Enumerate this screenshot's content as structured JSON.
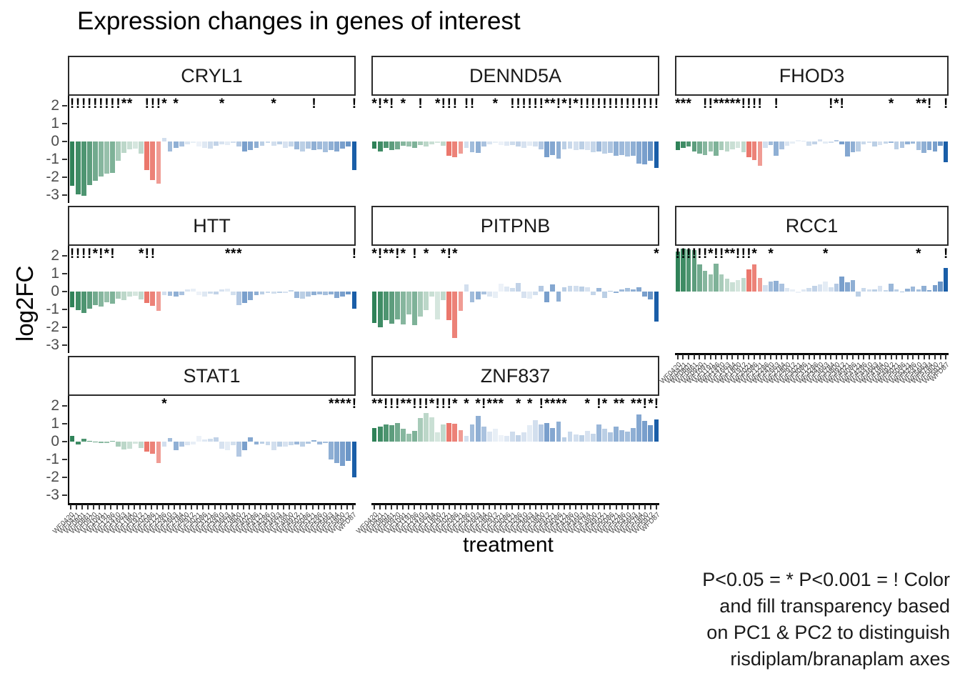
{
  "title": "Expression changes in genes of interest",
  "ylabel": "log2FC",
  "xlabel": "treatment",
  "caption": {
    "lines": [
      "P<0.05 = * P<0.001 = ! Color",
      "and fill transparency based",
      "on PC1 & PC2 to distinguish",
      "risdiplam/branaplam axes"
    ]
  },
  "colors": {
    "green": "#2F8258",
    "salmon": "#E75F52",
    "blue": "#1F5FAA",
    "dark_blue": "#1A5EA8",
    "axis_text": "#4d4d4d",
    "strip_border": "#2b2b2b"
  },
  "chart_data": {
    "type": "bar",
    "title": "Expression changes in genes of interest",
    "xlabel": "treatment",
    "ylabel": "log2FC",
    "y_ticks": [
      2,
      1,
      0,
      -1,
      -2,
      -3
    ],
    "ylim": [
      -3.45,
      2.55
    ],
    "grid": false,
    "legend": "none",
    "significance_legend": {
      "*": "P<0.05",
      "!": "P<0.001"
    },
    "color_groups": "gggggggggggggsssbbbbbbbbbbbbbbbbbbbbbbbbbbbbbbbbbd",
    "bar_alphas": [
      1,
      0.92,
      0.85,
      0.78,
      0.68,
      0.58,
      0.5,
      0.62,
      0.42,
      0.32,
      0.26,
      0.2,
      0.3,
      0.85,
      0.78,
      0.62,
      0.2,
      0.42,
      0.5,
      0.38,
      0.16,
      0.1,
      0.08,
      0.14,
      0.22,
      0.28,
      0.18,
      0.12,
      0.2,
      0.34,
      0.6,
      0.55,
      0.5,
      0.3,
      0.24,
      0.2,
      0.3,
      0.18,
      0.26,
      0.45,
      0.3,
      0.36,
      0.5,
      0.44,
      0.4,
      0.5,
      0.55,
      0.6,
      0.66,
      1
    ],
    "x_tick_labels": [
      "WF0420",
      "WF0421",
      "WF0801",
      "WF0861",
      "WF0920",
      "WF1091",
      "WF1191",
      "WF1286",
      "WF1410",
      "WF1663",
      "WF1784",
      "WF1800",
      "WF1912",
      "WF2021",
      "WF2086",
      "WF2121",
      "WF2286",
      "WF2410",
      "WF2663",
      "WF2784",
      "WF2800",
      "WF2912",
      "WF3021",
      "WF3086",
      "WF3121",
      "WF3286",
      "WF3410",
      "WF3663",
      "WF3784",
      "WF3800",
      "WF3912",
      "WF4021",
      "WF4086",
      "WF4121",
      "WF4286",
      "WF4410",
      "WF4663",
      "WF4784",
      "WF4800",
      "WF4912",
      "WF5021",
      "WF5086",
      "WF5121",
      "WF5286",
      "WF5410",
      "WF5663",
      "WF5784",
      "WF5800",
      "WF5912",
      "WFD87"
    ],
    "facets": [
      {
        "name": "CRYL1",
        "values": [
          -2.5,
          -2.95,
          -3.05,
          -2.45,
          -2.2,
          -1.95,
          -1.8,
          -1.75,
          -1.1,
          -0.65,
          -0.45,
          -0.4,
          -0.7,
          -1.6,
          -2.15,
          -2.35,
          0.18,
          -0.55,
          -0.35,
          -0.3,
          -0.15,
          -0.1,
          -0.3,
          -0.35,
          -0.4,
          -0.25,
          -0.15,
          -0.2,
          -0.1,
          -0.3,
          -0.55,
          -0.5,
          -0.35,
          -0.25,
          -0.1,
          -0.25,
          -0.15,
          -0.35,
          -0.3,
          -0.45,
          -0.55,
          -0.4,
          -0.5,
          -0.45,
          -0.6,
          -0.5,
          -0.55,
          -0.4,
          -0.3,
          -1.6
        ],
        "sig": "!!!!!!!!!**..!!!*.*.......*........*......!......!"
      },
      {
        "name": "DENND5A",
        "values": [
          -0.4,
          -0.55,
          -0.35,
          -0.5,
          -0.45,
          -0.25,
          -0.3,
          -0.35,
          -0.2,
          -0.3,
          -0.15,
          -0.1,
          -0.25,
          -0.8,
          -0.9,
          -0.7,
          -0.35,
          -0.6,
          -0.65,
          -0.3,
          -0.15,
          -0.1,
          -0.2,
          -0.25,
          -0.2,
          -0.3,
          -0.35,
          -0.25,
          -0.3,
          -0.45,
          -0.9,
          -0.75,
          -0.95,
          -0.45,
          -0.4,
          -0.5,
          -0.45,
          -0.5,
          -0.6,
          -0.55,
          -0.7,
          -0.65,
          -0.8,
          -0.75,
          -0.85,
          -0.8,
          -1.25,
          -1.3,
          -1.1,
          -1.5
        ],
        "sig": "*!*!.*..!..*!!!.!!...*..!!!!!!**!*!*!!!!!!!!!!!!!!"
      },
      {
        "name": "FHOD3",
        "values": [
          -0.5,
          -0.35,
          -0.3,
          -0.55,
          -0.7,
          -0.75,
          -0.55,
          -0.8,
          -0.5,
          -0.55,
          -0.45,
          -0.35,
          -0.6,
          -0.9,
          -1.05,
          -1.35,
          -0.35,
          -0.2,
          -0.8,
          -0.45,
          -0.25,
          -0.12,
          0.08,
          0.05,
          -0.25,
          -0.18,
          0.1,
          -0.12,
          -0.08,
          0.08,
          -0.15,
          -0.85,
          -0.6,
          -0.55,
          -0.15,
          -0.1,
          -0.3,
          -0.22,
          -0.12,
          -0.1,
          -0.45,
          -0.35,
          -0.15,
          -0.12,
          -0.5,
          -0.65,
          -0.5,
          -0.55,
          -0.25,
          -1.15
        ],
        "sig": "***..!!*****!!!!..!.........!*!........*....**!..!"
      },
      {
        "name": "HTT",
        "values": [
          -0.9,
          -1.05,
          -1.2,
          -0.95,
          -0.75,
          -0.85,
          -0.6,
          -0.7,
          -0.4,
          -0.5,
          -0.3,
          -0.25,
          -0.45,
          -0.65,
          -0.8,
          -1.1,
          -0.2,
          -0.25,
          -0.3,
          -0.2,
          0.1,
          0.15,
          -0.2,
          -0.28,
          -0.12,
          -0.18,
          0.12,
          0.15,
          -0.2,
          -0.75,
          -0.65,
          -0.5,
          -0.22,
          -0.15,
          -0.1,
          -0.12,
          -0.08,
          -0.1,
          0.08,
          -0.35,
          -0.4,
          -0.3,
          -0.2,
          -0.15,
          -0.22,
          -0.15,
          -0.35,
          -0.3,
          -0.15,
          -0.95
        ],
        "sig": "!!!!*!*!....*!!............***...................!"
      },
      {
        "name": "PITPNB",
        "values": [
          -1.75,
          -2.0,
          -1.6,
          -1.8,
          -1.55,
          -1.85,
          -1.3,
          -1.9,
          -1.4,
          -1.05,
          -0.3,
          -1.55,
          -0.5,
          -1.6,
          -2.6,
          -1.1,
          0.4,
          -0.6,
          -0.45,
          -0.18,
          -0.3,
          -0.38,
          0.42,
          0.28,
          0.18,
          0.48,
          -0.35,
          -0.42,
          -0.22,
          0.32,
          -0.6,
          0.38,
          -0.55,
          0.22,
          0.32,
          0.3,
          0.28,
          0.22,
          -0.22,
          0.18,
          -0.38,
          0.05,
          -0.08,
          0.12,
          0.18,
          0.1,
          0.22,
          -0.28,
          -0.45,
          -1.7
        ],
        "sig": "*!**!*.!.*..*!*..................................*"
      },
      {
        "name": "RCC1",
        "values": [
          2.25,
          2.4,
          2.35,
          2.3,
          1.5,
          1.15,
          0.95,
          1.55,
          0.95,
          0.7,
          0.5,
          0.65,
          0.75,
          1.25,
          1.5,
          0.75,
          0.35,
          0.55,
          0.6,
          0.45,
          0.2,
          0.12,
          -0.08,
          0.1,
          0.18,
          0.3,
          0.38,
          0.55,
          0.25,
          0.42,
          0.85,
          0.5,
          0.65,
          -0.3,
          0.2,
          0.1,
          0.12,
          0.3,
          0.08,
          0.45,
          0.12,
          -0.06,
          0.15,
          0.28,
          0.1,
          0.32,
          0.06,
          0.35,
          0.55,
          1.3
        ],
        "sig": "!!!!!!*!!**!!!*..*.........*................*....!"
      },
      {
        "name": "STAT1",
        "values": [
          0.3,
          -0.18,
          0.15,
          0.05,
          -0.06,
          -0.08,
          -0.1,
          0.05,
          -0.3,
          -0.45,
          -0.4,
          -0.12,
          -0.35,
          -0.55,
          -0.7,
          -1.2,
          -0.3,
          0.18,
          -0.5,
          -0.28,
          -0.2,
          -0.15,
          0.3,
          0.12,
          0.15,
          0.22,
          -0.4,
          -0.48,
          -0.22,
          -0.85,
          -0.5,
          0.22,
          -0.18,
          -0.12,
          -0.22,
          -0.5,
          -0.3,
          -0.28,
          -0.2,
          -0.15,
          -0.3,
          -0.12,
          0.06,
          -0.15,
          -0.08,
          -1.0,
          -1.2,
          -1.35,
          -1.1,
          -2.0
        ],
        "sig": "................*............................****!"
      },
      {
        "name": "ZNF837",
        "values": [
          0.75,
          0.85,
          0.95,
          0.9,
          1.05,
          0.7,
          0.45,
          0.6,
          1.3,
          1.6,
          1.35,
          0.5,
          0.95,
          1.05,
          1.0,
          0.65,
          0.3,
          0.95,
          1.45,
          0.85,
          0.55,
          0.7,
          0.35,
          0.3,
          0.55,
          0.35,
          0.5,
          0.9,
          1.2,
          0.95,
          1.05,
          0.75,
          1.1,
          0.25,
          0.55,
          0.4,
          0.35,
          0.6,
          0.45,
          0.95,
          0.7,
          0.5,
          0.85,
          0.65,
          0.55,
          0.75,
          1.5,
          1.15,
          0.9,
          1.25
        ],
        "sig": "**!!!**!!!*!!!*.*.*!***..*.*.!****...*.!*.**.**!*!"
      }
    ]
  }
}
